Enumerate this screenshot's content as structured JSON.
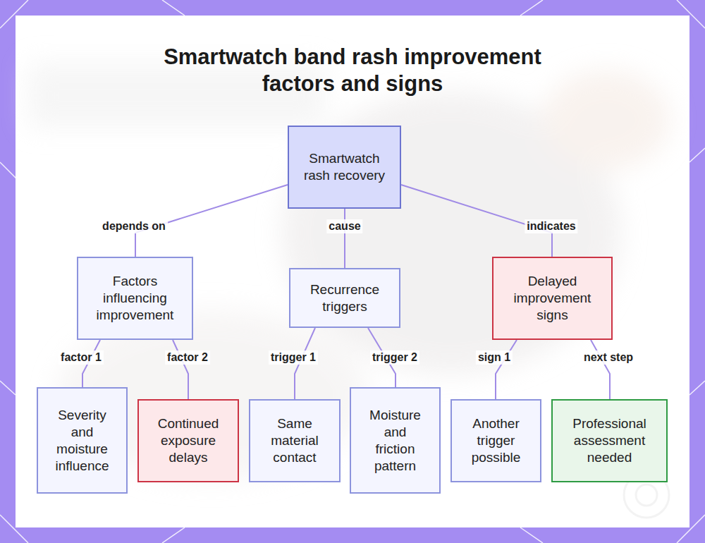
{
  "diagram": {
    "title": "Smartwatch band rash improvement factors and signs",
    "nodes": [
      {
        "text": [
          "Smartwatch rash recovery"
        ]
      },
      {
        "text": [
          "Factors influencing improvement"
        ]
      },
      {
        "text": [
          "Recurrence triggers"
        ]
      },
      {
        "text": [
          "Delayed improvement signs"
        ]
      },
      {
        "text": [
          "Severity and moisture influence"
        ]
      },
      {
        "text": [
          "Continued exposure delays"
        ]
      },
      {
        "text": [
          "Same material contact"
        ]
      },
      {
        "text": [
          "Moisture and friction pattern"
        ]
      },
      {
        "text": [
          "Another trigger possible"
        ]
      },
      {
        "text": [
          "Professional assessment needed"
        ]
      }
    ],
    "edges": [
      {
        "from": 0,
        "to": 1,
        "label": "depends on",
        "arrow": "none"
      },
      {
        "from": 0,
        "to": 2,
        "label": "cause",
        "arrow": "none"
      },
      {
        "from": 0,
        "to": 3,
        "label": "indicates",
        "arrow": "none"
      },
      {
        "from": 1,
        "to": 4,
        "label": "factor 1",
        "arrow": "none"
      },
      {
        "from": 1,
        "to": 5,
        "label": "factor 2",
        "arrow": "none"
      },
      {
        "from": 2,
        "to": 6,
        "label": "trigger 1",
        "arrow": "none"
      },
      {
        "from": 2,
        "to": 7,
        "label": "trigger 2",
        "arrow": "none"
      },
      {
        "from": 3,
        "to": 8,
        "label": "sign 1",
        "arrow": "none"
      },
      {
        "from": 3,
        "to": 9,
        "label": "next step",
        "arrow": "none"
      }
    ]
  }
}
